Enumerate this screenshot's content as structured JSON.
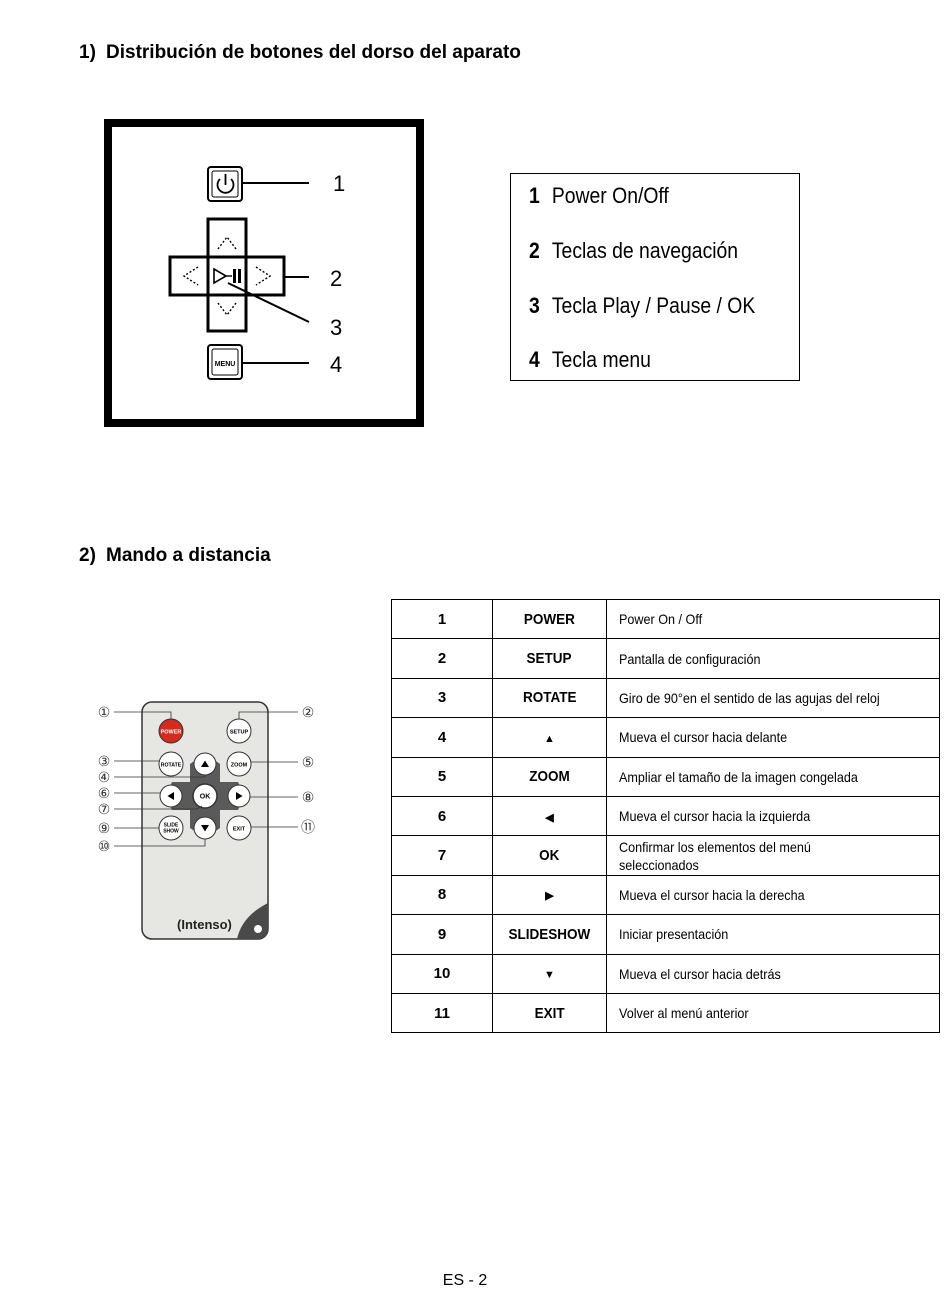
{
  "section1": {
    "number": "1)",
    "title": "Distribución de botones del dorso del aparato",
    "figure_labels": [
      "1",
      "2",
      "3",
      "4"
    ],
    "menu_key_text": "MENU",
    "legend": [
      {
        "num": "1",
        "text": "Power On/Off"
      },
      {
        "num": "2",
        "text": "Teclas de navegación"
      },
      {
        "num": "3",
        "text": "Tecla Play / Pause / OK"
      },
      {
        "num": "4",
        "text": "Tecla menu"
      }
    ]
  },
  "section2": {
    "number": "2)",
    "title": "Mando a distancia",
    "remote": {
      "brand": "(Intenso)",
      "buttons": {
        "power": "POWER",
        "setup": "SETUP",
        "rotate": "ROTATE",
        "zoom": "ZOOM",
        "ok": "OK",
        "slide_line1": "SLIDE",
        "slide_line2": "SHOW",
        "exit": "EXIT"
      },
      "callouts": [
        "①",
        "②",
        "③",
        "④",
        "⑤",
        "⑥",
        "⑦",
        "⑧",
        "⑨",
        "⑩",
        "⑪"
      ]
    },
    "table": [
      {
        "num": "1",
        "key": "POWER",
        "desc": "Power On / Off"
      },
      {
        "num": "2",
        "key": "SETUP",
        "desc": "Pantalla de configuración"
      },
      {
        "num": "3",
        "key": "ROTATE",
        "desc": "Giro de 90°en el sentido de las agujas del reloj"
      },
      {
        "num": "4",
        "key": "▲",
        "desc": "Mueva el cursor hacia delante"
      },
      {
        "num": "5",
        "key": "ZOOM",
        "desc": "Ampliar el tamaño de la imagen congelada"
      },
      {
        "num": "6",
        "key": "◀",
        "desc": "Mueva el cursor hacia la izquierda"
      },
      {
        "num": "7",
        "key": "OK",
        "desc": "Confirmar los elementos del menú seleccionados"
      },
      {
        "num": "8",
        "key": "▶",
        "desc": "Mueva el cursor hacia la derecha"
      },
      {
        "num": "9",
        "key": "SLIDESHOW",
        "desc": "Iniciar presentación"
      },
      {
        "num": "10",
        "key": "▼",
        "desc": "Mueva el cursor hacia detrás"
      },
      {
        "num": "11",
        "key": "EXIT",
        "desc": "Volver al menú anterior"
      }
    ]
  },
  "footer": "ES - 2"
}
